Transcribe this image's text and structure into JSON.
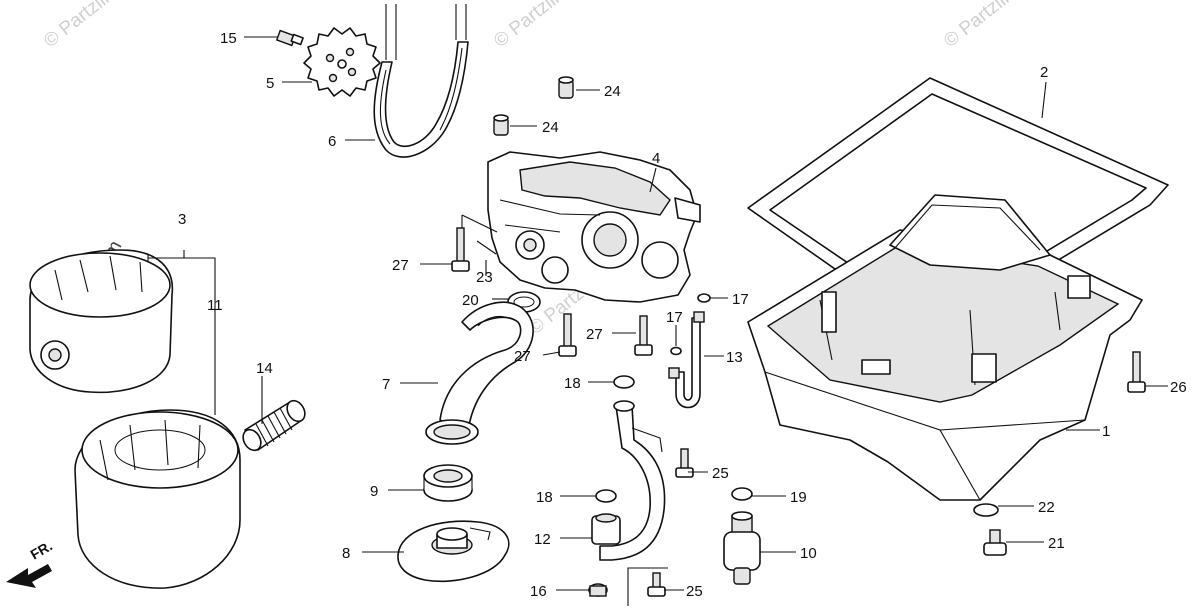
{
  "diagram": {
    "watermark": "© Partzilla.com",
    "direction_label": "FR.",
    "callouts": [
      {
        "id": "c1",
        "label": "1"
      },
      {
        "id": "c2",
        "label": "2"
      },
      {
        "id": "c3",
        "label": "3"
      },
      {
        "id": "c4",
        "label": "4"
      },
      {
        "id": "c5",
        "label": "5"
      },
      {
        "id": "c6",
        "label": "6"
      },
      {
        "id": "c7",
        "label": "7"
      },
      {
        "id": "c8",
        "label": "8"
      },
      {
        "id": "c9",
        "label": "9"
      },
      {
        "id": "c10",
        "label": "10"
      },
      {
        "id": "c11",
        "label": "11"
      },
      {
        "id": "c12",
        "label": "12"
      },
      {
        "id": "c13",
        "label": "13"
      },
      {
        "id": "c14",
        "label": "14"
      },
      {
        "id": "c15",
        "label": "15"
      },
      {
        "id": "c16",
        "label": "16"
      },
      {
        "id": "c17a",
        "label": "17"
      },
      {
        "id": "c17b",
        "label": "17"
      },
      {
        "id": "c18a",
        "label": "18"
      },
      {
        "id": "c18b",
        "label": "18"
      },
      {
        "id": "c19",
        "label": "19"
      },
      {
        "id": "c20",
        "label": "20"
      },
      {
        "id": "c21",
        "label": "21"
      },
      {
        "id": "c22",
        "label": "22"
      },
      {
        "id": "c23",
        "label": "23"
      },
      {
        "id": "c24a",
        "label": "24"
      },
      {
        "id": "c24b",
        "label": "24"
      },
      {
        "id": "c25a",
        "label": "25"
      },
      {
        "id": "c25b",
        "label": "25"
      },
      {
        "id": "c26",
        "label": "26"
      },
      {
        "id": "c27a",
        "label": "27"
      },
      {
        "id": "c27b",
        "label": "27"
      },
      {
        "id": "c27c",
        "label": "27"
      }
    ]
  }
}
